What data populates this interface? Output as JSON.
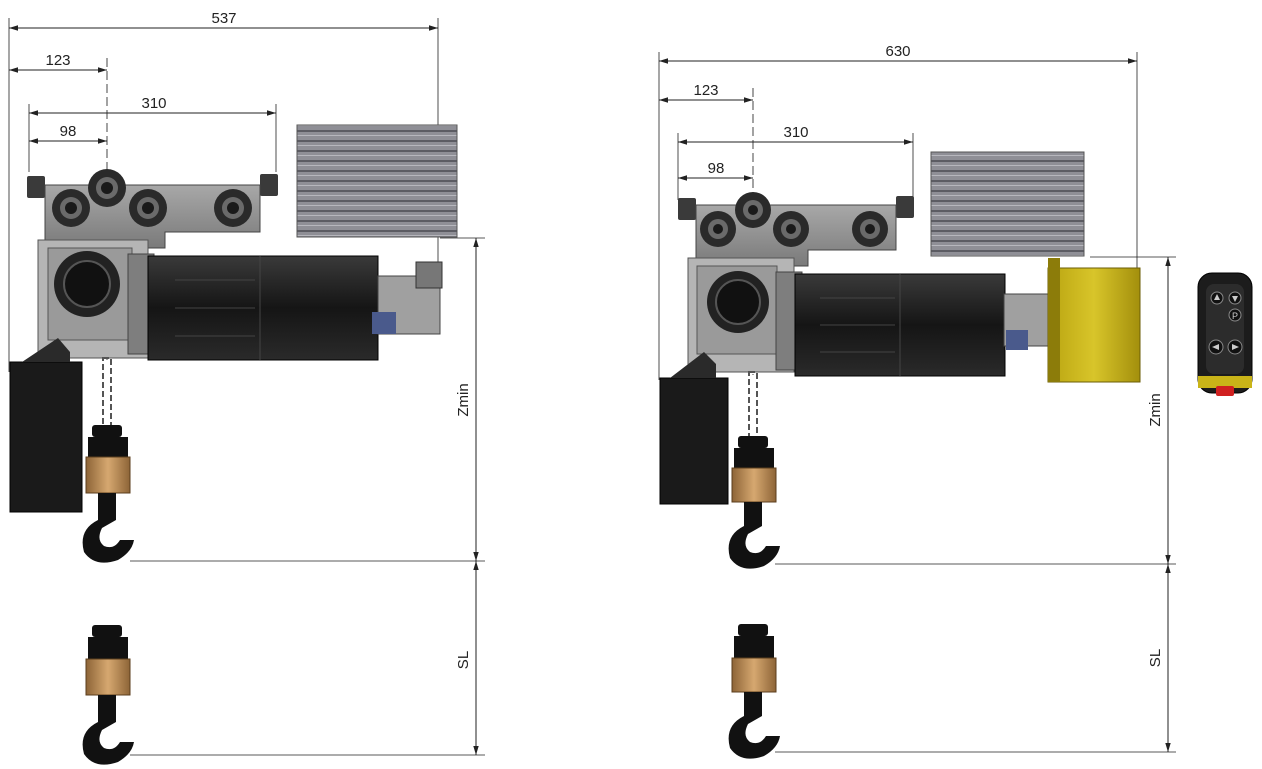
{
  "dimensions": {
    "left": {
      "overall_width": "537",
      "hook_offset": "123",
      "trolley_span": "310",
      "wheel_offset": "98",
      "zmin_label": "Zmin",
      "sl_label": "SL"
    },
    "right": {
      "overall_width": "630",
      "hook_offset": "123",
      "trolley_span": "310",
      "wheel_offset": "98",
      "zmin_label": "Zmin",
      "sl_label": "SL"
    }
  },
  "colors": {
    "motor": "#1c1c1c",
    "trolley_frame": "#8a8a8a",
    "hook_block": "#b88a55",
    "hook": "#111111",
    "control_box": "#c9b418",
    "cooling_fins": "#7a7a80",
    "connector_blue": "#4a5a8c",
    "estop_red": "#d02020"
  },
  "icons": {
    "remote_buttons": [
      "up-arrow-icon",
      "down-arrow-icon",
      "p-button-icon",
      "left-arrow-icon",
      "right-arrow-icon"
    ]
  }
}
